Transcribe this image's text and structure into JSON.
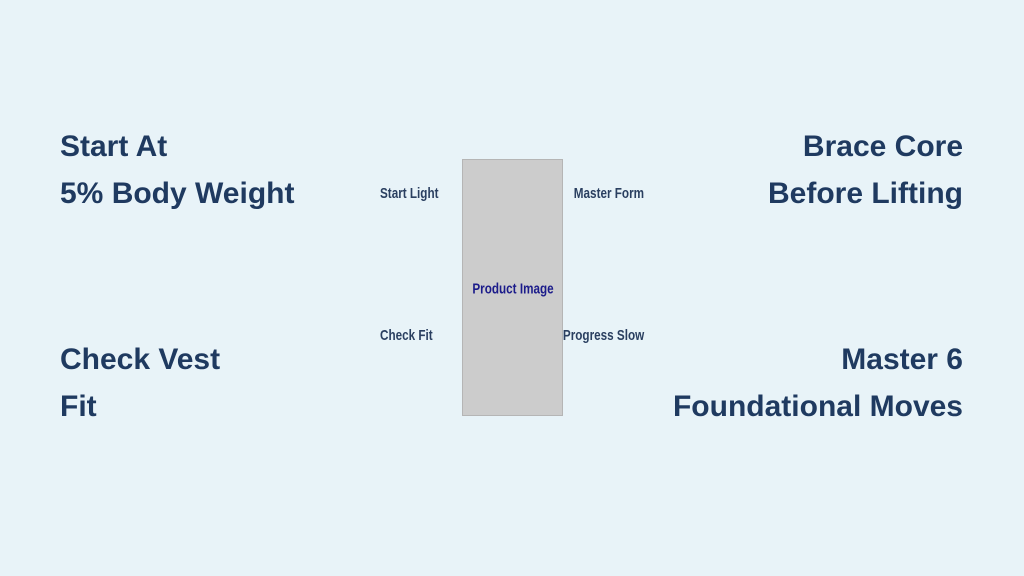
{
  "tips": {
    "top_left": [
      "Start At",
      "5% Body Weight"
    ],
    "top_right": [
      "Brace Core",
      "Before Lifting"
    ],
    "bottom_left": [
      "Check Vest",
      "Fit"
    ],
    "bottom_right": [
      "Master 6",
      "Foundational Moves"
    ]
  },
  "labels": {
    "start_light": "Start Light",
    "master_form": "Master Form",
    "check_fit": "Check Fit",
    "progress_slow": "Progress Slow"
  },
  "product_image": "Product Image"
}
